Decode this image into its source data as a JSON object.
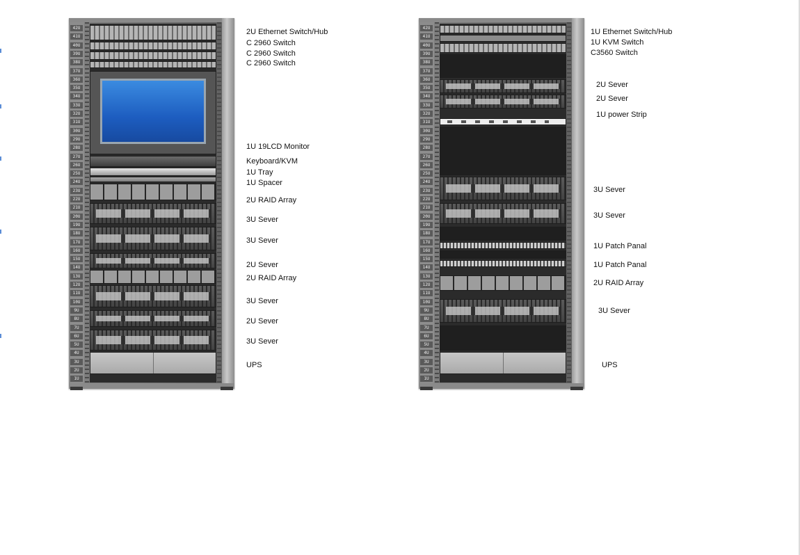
{
  "rack_ru_labels": [
    "42U",
    "41U",
    "40U",
    "39U",
    "38U",
    "37U",
    "36U",
    "35U",
    "34U",
    "33U",
    "32U",
    "31U",
    "30U",
    "29U",
    "28U",
    "27U",
    "26U",
    "25U",
    "24U",
    "23U",
    "22U",
    "21U",
    "20U",
    "19U",
    "18U",
    "17U",
    "16U",
    "15U",
    "14U",
    "13U",
    "12U",
    "11U",
    "10U",
    "9U",
    "8U",
    "7U",
    "6U",
    "5U",
    "4U",
    "3U",
    "2U",
    "1U"
  ],
  "rack1": {
    "labels": [
      "2U Ethernet Switch/Hub",
      "C 2960 Switch",
      "C 2960 Switch",
      "C 2960 Switch",
      "1U 19LCD Monitor",
      "Keyboard/KVM",
      "1U Tray",
      "1U Spacer",
      "2U RAID Array",
      "3U Sever",
      "3U Sever",
      "2U Sever",
      "2U RAID Array",
      "3U Sever",
      "2U Sever",
      "3U Sever",
      "UPS"
    ]
  },
  "rack2": {
    "labels": [
      "1U Ethernet Switch/Hub",
      "1U KVM Switch",
      "C3560 Switch",
      "2U Sever",
      "2U Sever",
      "1U power Strip",
      "3U Sever",
      "3U Sever",
      "1U Patch Panal",
      "1U Patch Panal",
      "2U RAID Array",
      "3U Sever",
      "UPS"
    ]
  }
}
